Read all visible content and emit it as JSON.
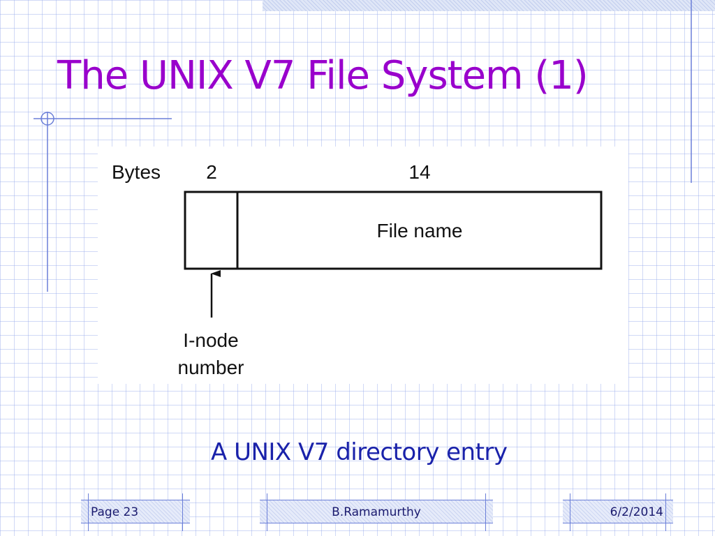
{
  "slide": {
    "title": "The UNIX V7 File System (1)",
    "caption": "A UNIX V7 directory entry"
  },
  "diagram": {
    "bytes_label": "Bytes",
    "field1_size": "2",
    "field2_size": "14",
    "field2_label": "File name",
    "pointer_label_line1": "I-node",
    "pointer_label_line2": "number"
  },
  "footer": {
    "page": "Page 23",
    "author": "B.Ramamurthy",
    "date": "6/2/2014"
  },
  "colors": {
    "title": "#9900cc",
    "caption": "#1a22aa",
    "grid": "#96aaeb",
    "footer_border": "#6b7fd8"
  }
}
